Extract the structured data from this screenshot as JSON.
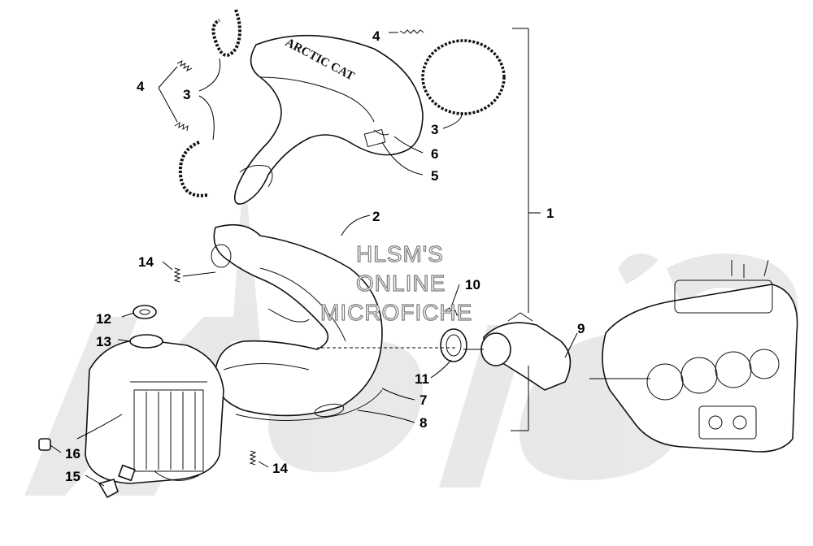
{
  "diagram": {
    "callouts": {
      "c1": "1",
      "c2": "2",
      "c3a": "3",
      "c3b": "3",
      "c4a": "4",
      "c4b": "4",
      "c5": "5",
      "c6": "6",
      "c7": "7",
      "c8": "8",
      "c9": "9",
      "c10": "10",
      "c11": "11",
      "c12": "12",
      "c13": "13",
      "c14a": "14",
      "c14b": "14",
      "c15": "15",
      "c16": "16"
    },
    "watermark": {
      "line1": "HLSM'S",
      "line2": "ONLINE",
      "line3": "MICROFICHE"
    },
    "heat_shield_brand": "ARCTIC CAT",
    "background_watermark_logo": "arctic cat"
  }
}
